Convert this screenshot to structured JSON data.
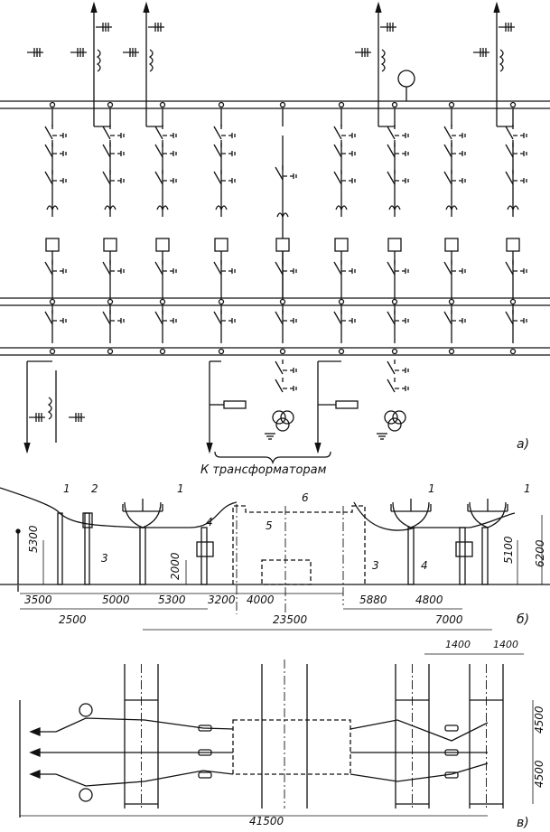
{
  "diagram": {
    "panel_labels": {
      "a": "а)",
      "b": "б)",
      "v": "в)"
    },
    "caption_transformers": "К трансформаторам",
    "section_b": {
      "callouts": [
        {
          "id": "c1a",
          "text": "1"
        },
        {
          "id": "c2",
          "text": "2"
        },
        {
          "id": "c1b",
          "text": "1"
        },
        {
          "id": "c4a",
          "text": "4"
        },
        {
          "id": "c5",
          "text": "5"
        },
        {
          "id": "c6",
          "text": "6"
        },
        {
          "id": "c3a",
          "text": "3"
        },
        {
          "id": "c1c",
          "text": "1"
        },
        {
          "id": "c1d",
          "text": "1"
        },
        {
          "id": "c3b",
          "text": "3"
        },
        {
          "id": "c4b",
          "text": "4"
        }
      ],
      "heights": {
        "h5300": "5300",
        "h2000": "2000",
        "h5100": "5100",
        "h6200": "6200"
      },
      "row1": [
        "3500",
        "5000",
        "5300",
        "3200",
        "4000",
        "5880",
        "4800"
      ],
      "row2": [
        "2500",
        "7000"
      ],
      "row3": [
        "23500"
      ]
    },
    "section_v": {
      "top_dims": [
        "1400",
        "1400"
      ],
      "side_dims": [
        "4500",
        "4500"
      ],
      "total": "41500"
    }
  }
}
